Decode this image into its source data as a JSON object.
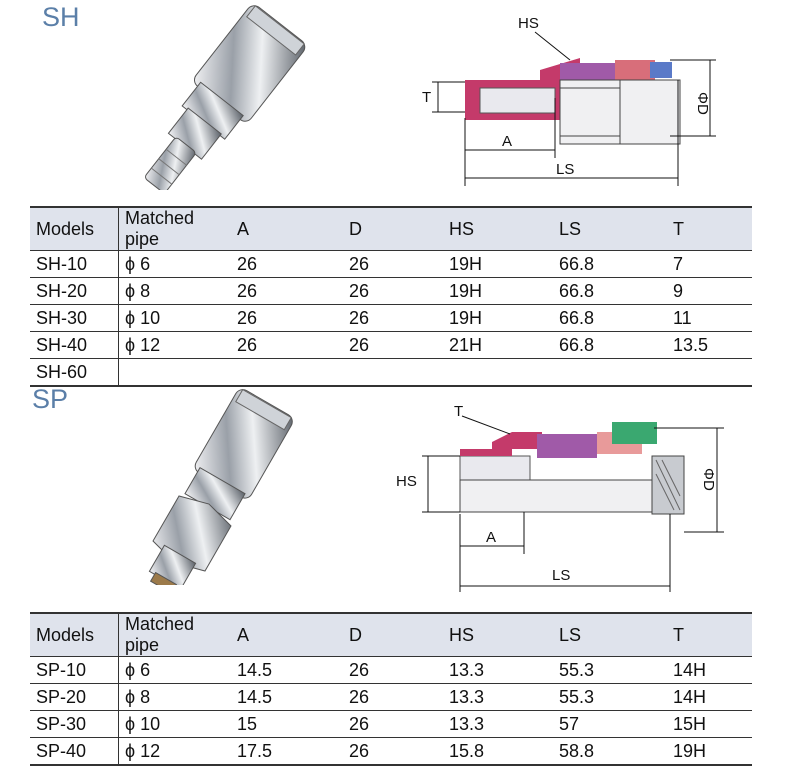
{
  "sh": {
    "title": "SH",
    "drawing_labels": {
      "hs": "HS",
      "t": "T",
      "a": "A",
      "ls": "LS",
      "d": "ΦD"
    },
    "headers": [
      "Models",
      "Matched pipe",
      "A",
      "D",
      "HS",
      "LS",
      "T"
    ],
    "rows": [
      {
        "model": "SH-10",
        "pipe": "ϕ 6",
        "a": "26",
        "d": "26",
        "hs": "19H",
        "ls": "66.8",
        "t": "7"
      },
      {
        "model": "SH-20",
        "pipe": "ϕ 8",
        "a": "26",
        "d": "26",
        "hs": "19H",
        "ls": "66.8",
        "t": "9"
      },
      {
        "model": "SH-30",
        "pipe": "ϕ 10",
        "a": "26",
        "d": "26",
        "hs": "19H",
        "ls": "66.8",
        "t": "11"
      },
      {
        "model": "SH-40",
        "pipe": "ϕ 12",
        "a": "26",
        "d": "26",
        "hs": "21H",
        "ls": "66.8",
        "t": "13.5"
      },
      {
        "model": "SH-60",
        "pipe": "",
        "a": "",
        "d": "",
        "hs": "",
        "ls": "",
        "t": ""
      }
    ]
  },
  "sp": {
    "title": "SP",
    "drawing_labels": {
      "hs": "HS",
      "t": "T",
      "a": "A",
      "ls": "LS",
      "d": "ΦD"
    },
    "headers": [
      "Models",
      "Matched pipe",
      "A",
      "D",
      "HS",
      "LS",
      "T"
    ],
    "rows": [
      {
        "model": "SP-10",
        "pipe": "ϕ 6",
        "a": "14.5",
        "d": "26",
        "hs": "13.3",
        "ls": "55.3",
        "t": "14H"
      },
      {
        "model": "SP-20",
        "pipe": "ϕ 8",
        "a": "14.5",
        "d": "26",
        "hs": "13.3",
        "ls": "55.3",
        "t": "14H"
      },
      {
        "model": "SP-30",
        "pipe": "ϕ 10",
        "a": "15",
        "d": "26",
        "hs": "13.3",
        "ls": "57",
        "t": "15H"
      },
      {
        "model": "SP-40",
        "pipe": "ϕ 12",
        "a": "17.5",
        "d": "26",
        "hs": "15.8",
        "ls": "58.8",
        "t": "19H"
      }
    ]
  }
}
